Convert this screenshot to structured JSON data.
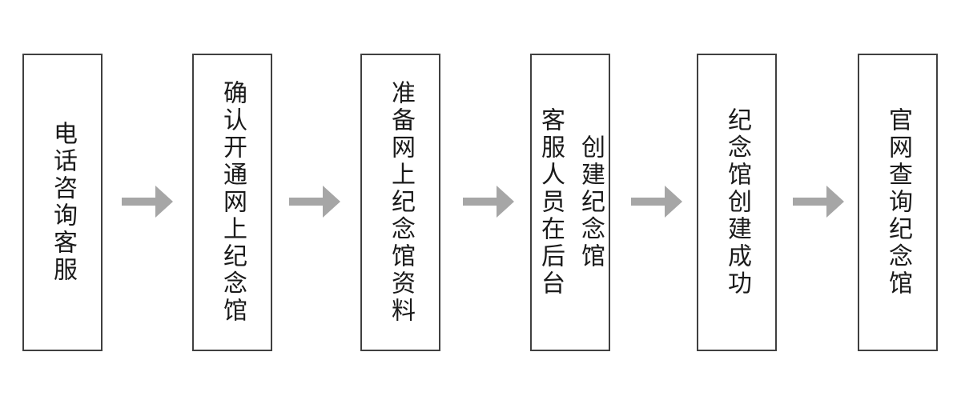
{
  "flowchart": {
    "background_color": "#ffffff",
    "box_border_color": "#404040",
    "text_color": "#1a1a1a",
    "arrow_color": "#a6a6a6",
    "arrow_direction": "right",
    "arrow_count": 5,
    "steps": [
      {
        "text": "电话咨询客服",
        "lines": [
          "电话咨询客服"
        ]
      },
      {
        "text": "确认开通网上纪念馆",
        "lines": [
          "确认开通网上纪念馆"
        ]
      },
      {
        "text": "准备网上纪念馆资料",
        "lines": [
          "准备网上纪念馆资料"
        ]
      },
      {
        "text": "客服人员在后台创建纪念馆",
        "lines": [
          "客服人员在后台",
          "创建纪念馆"
        ]
      },
      {
        "text": "纪念馆创建成功",
        "lines": [
          "纪念馆创建成功"
        ]
      },
      {
        "text": "官网查询纪念馆",
        "lines": [
          "官网查询纪念馆"
        ]
      }
    ]
  }
}
